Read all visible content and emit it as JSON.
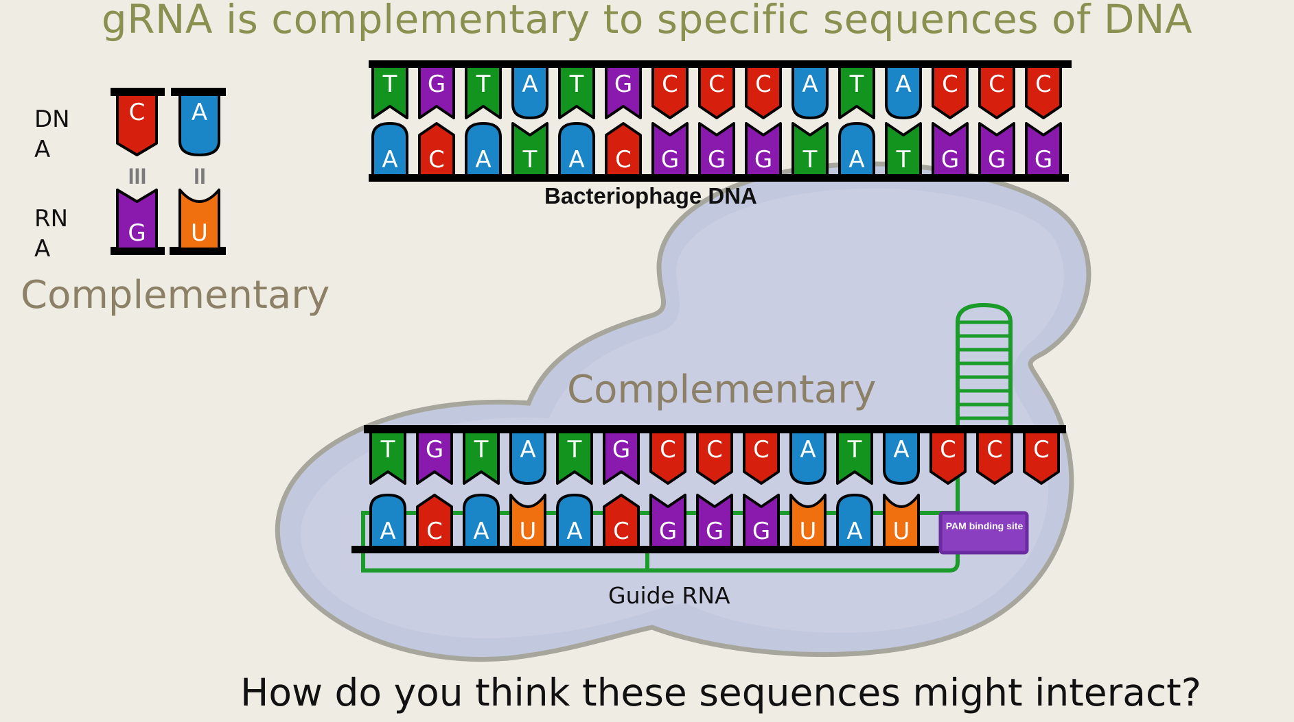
{
  "title": "gRNA is complementary to specific sequences of DNA",
  "legend": {
    "dna_label": "DNA",
    "rna_label": "RNA",
    "dna_bases": [
      "C",
      "A"
    ],
    "rna_bases": [
      "G",
      "U"
    ],
    "bonds": [
      "III",
      "II"
    ],
    "caption": "Complementary"
  },
  "phage_dna": {
    "top_strand": [
      "T",
      "G",
      "T",
      "A",
      "T",
      "G",
      "C",
      "C",
      "C",
      "A",
      "T",
      "A",
      "C",
      "C",
      "C"
    ],
    "bottom_strand": [
      "A",
      "C",
      "A",
      "T",
      "A",
      "C",
      "G",
      "G",
      "G",
      "T",
      "A",
      "T",
      "G",
      "G",
      "G"
    ],
    "label": "Bacteriophage DNA"
  },
  "cas9": {
    "caption": "Complementary",
    "dna_strand": [
      "T",
      "G",
      "T",
      "A",
      "T",
      "G",
      "C",
      "C",
      "C",
      "A",
      "T",
      "A",
      "C",
      "C",
      "C"
    ],
    "guide_rna": [
      "A",
      "C",
      "A",
      "U",
      "A",
      "C",
      "G",
      "G",
      "G",
      "U",
      "A",
      "U"
    ],
    "guide_label": "Guide RNA",
    "pam_label": "PAM binding site"
  },
  "question": "How do you think these sequences might interact?",
  "colors": {
    "A": "#1a86c8",
    "T": "#13941f",
    "C": "#d61f0c",
    "G": "#8a1aae",
    "U": "#f07010",
    "cas9_fill": "#c2c8de",
    "cas9_inner": "#c9cee3",
    "cas9_outline": "#a7a69c",
    "rna_line": "#1a9b2a",
    "pam_fill": "#8a3fc0"
  }
}
